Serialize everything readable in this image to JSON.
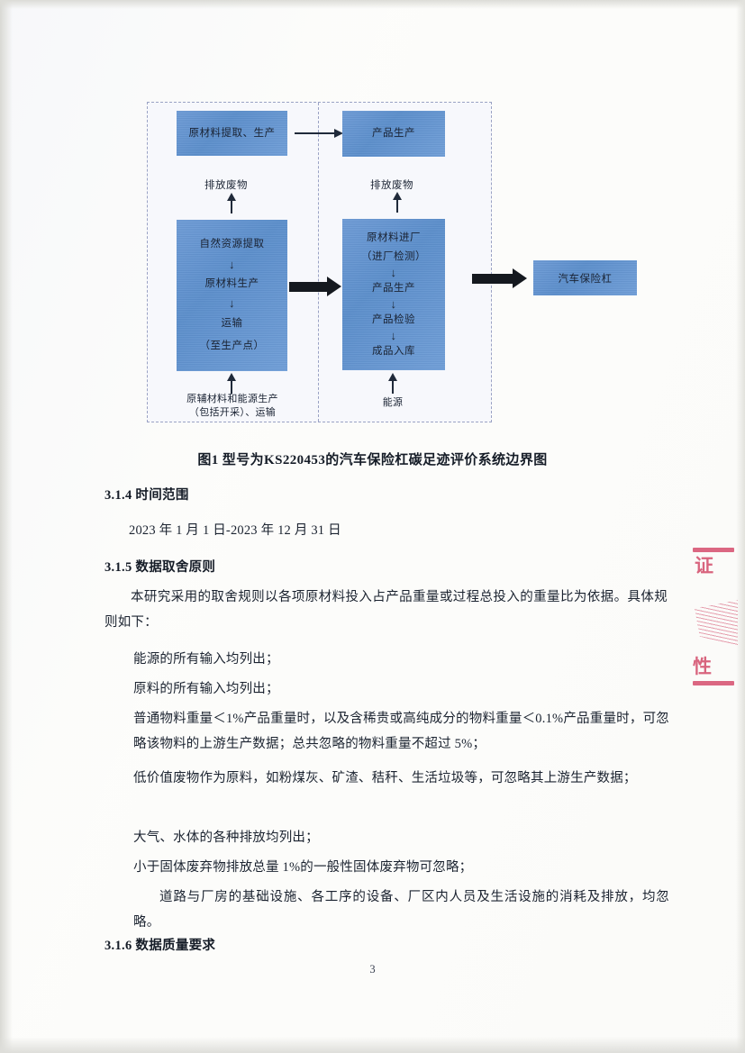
{
  "document": {
    "page_number": "3"
  },
  "figure": {
    "caption": "图1  型号为KS220453的汽车保险杠碳足迹评价系统边界图",
    "boxes": {
      "upstream_extraction": [
        "原材料提取、生产"
      ],
      "product_manufacture": [
        "产品生产"
      ],
      "upstream_detail": [
        "自然资源提取",
        "原材料生产",
        "运输",
        "（至生产点）"
      ],
      "plant_detail": [
        "原材料进厂",
        "（进厂检测）",
        "产品生产",
        "产品检验",
        "成品入库"
      ],
      "final_product": [
        "汽车保险杠"
      ]
    },
    "waste_label_left": "排放废物",
    "waste_label_right": "排放废物",
    "bottom_label_left_line1": "原辅材料和能源生产",
    "bottom_label_left_line2": "（包括开采）、运输",
    "bottom_label_right": "能源",
    "arrow_glyph": "↓",
    "accent_box_color": "#5b8ecb",
    "boundary_color": "#9aa2c4"
  },
  "sections": {
    "s314": {
      "heading": "3.1.4  时间范围",
      "body": "2023 年 1 月 1 日-2023 年 12 月 31 日"
    },
    "s315": {
      "heading": "3.1.5  数据取舍原则",
      "intro": "本研究采用的取舍规则以各项原材料投入占产品重量或过程总投入的重量比为依据。具体规则如下：",
      "rules": [
        "能源的所有输入均列出；",
        "原料的所有输入均列出；",
        "普通物料重量＜1%产品重量时，以及含稀贵或高纯成分的物料重量＜0.1%产品重量时，可忽略该物料的上游生产数据；总共忽略的物料重量不超过 5%；",
        "低价值废物作为原料，如粉煤灰、矿渣、秸秆、生活垃圾等，可忽略其上游生产数据；",
        "大气、水体的各种排放均列出；",
        "小于固体废弃物排放总量 1%的一般性固体废弃物可忽略；",
        "道路与厂房的基础设施、各工序的设备、厂区内人员及生活设施的消耗及排放，均忽略。"
      ]
    },
    "s316": {
      "heading": "3.1.6  数据质量要求"
    }
  },
  "seal": {
    "char_top": "证",
    "char_bottom": "性",
    "color": "#cf3a5c"
  }
}
